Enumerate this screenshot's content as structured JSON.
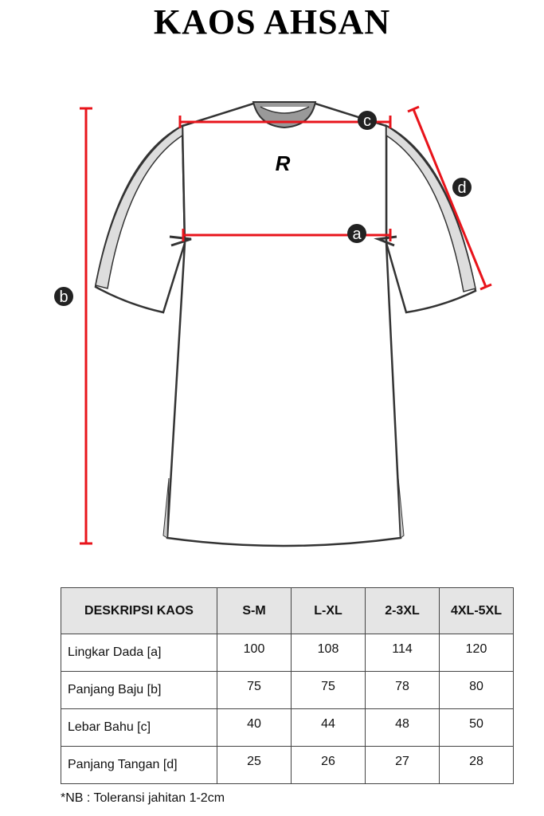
{
  "title": "KAOS AHSAN",
  "diagram": {
    "logo": "R",
    "labels": {
      "a": "a",
      "b": "b",
      "c": "c",
      "d": "d"
    },
    "measure_color": "#e8141b"
  },
  "table": {
    "headers": [
      "DESKRIPSI KAOS",
      "S-M",
      "L-XL",
      "2-3XL",
      "4XL-5XL"
    ],
    "rows": [
      {
        "label": "Lingkar Dada [a]",
        "values": [
          "100",
          "108",
          "114",
          "120"
        ]
      },
      {
        "label": "Panjang Baju [b]",
        "values": [
          "75",
          "75",
          "78",
          "80"
        ]
      },
      {
        "label": "Lebar Bahu [c]",
        "values": [
          "40",
          "44",
          "48",
          "50"
        ]
      },
      {
        "label": "Panjang Tangan [d]",
        "values": [
          "25",
          "26",
          "27",
          "28"
        ]
      }
    ]
  },
  "note": "*NB : Toleransi jahitan 1-2cm"
}
